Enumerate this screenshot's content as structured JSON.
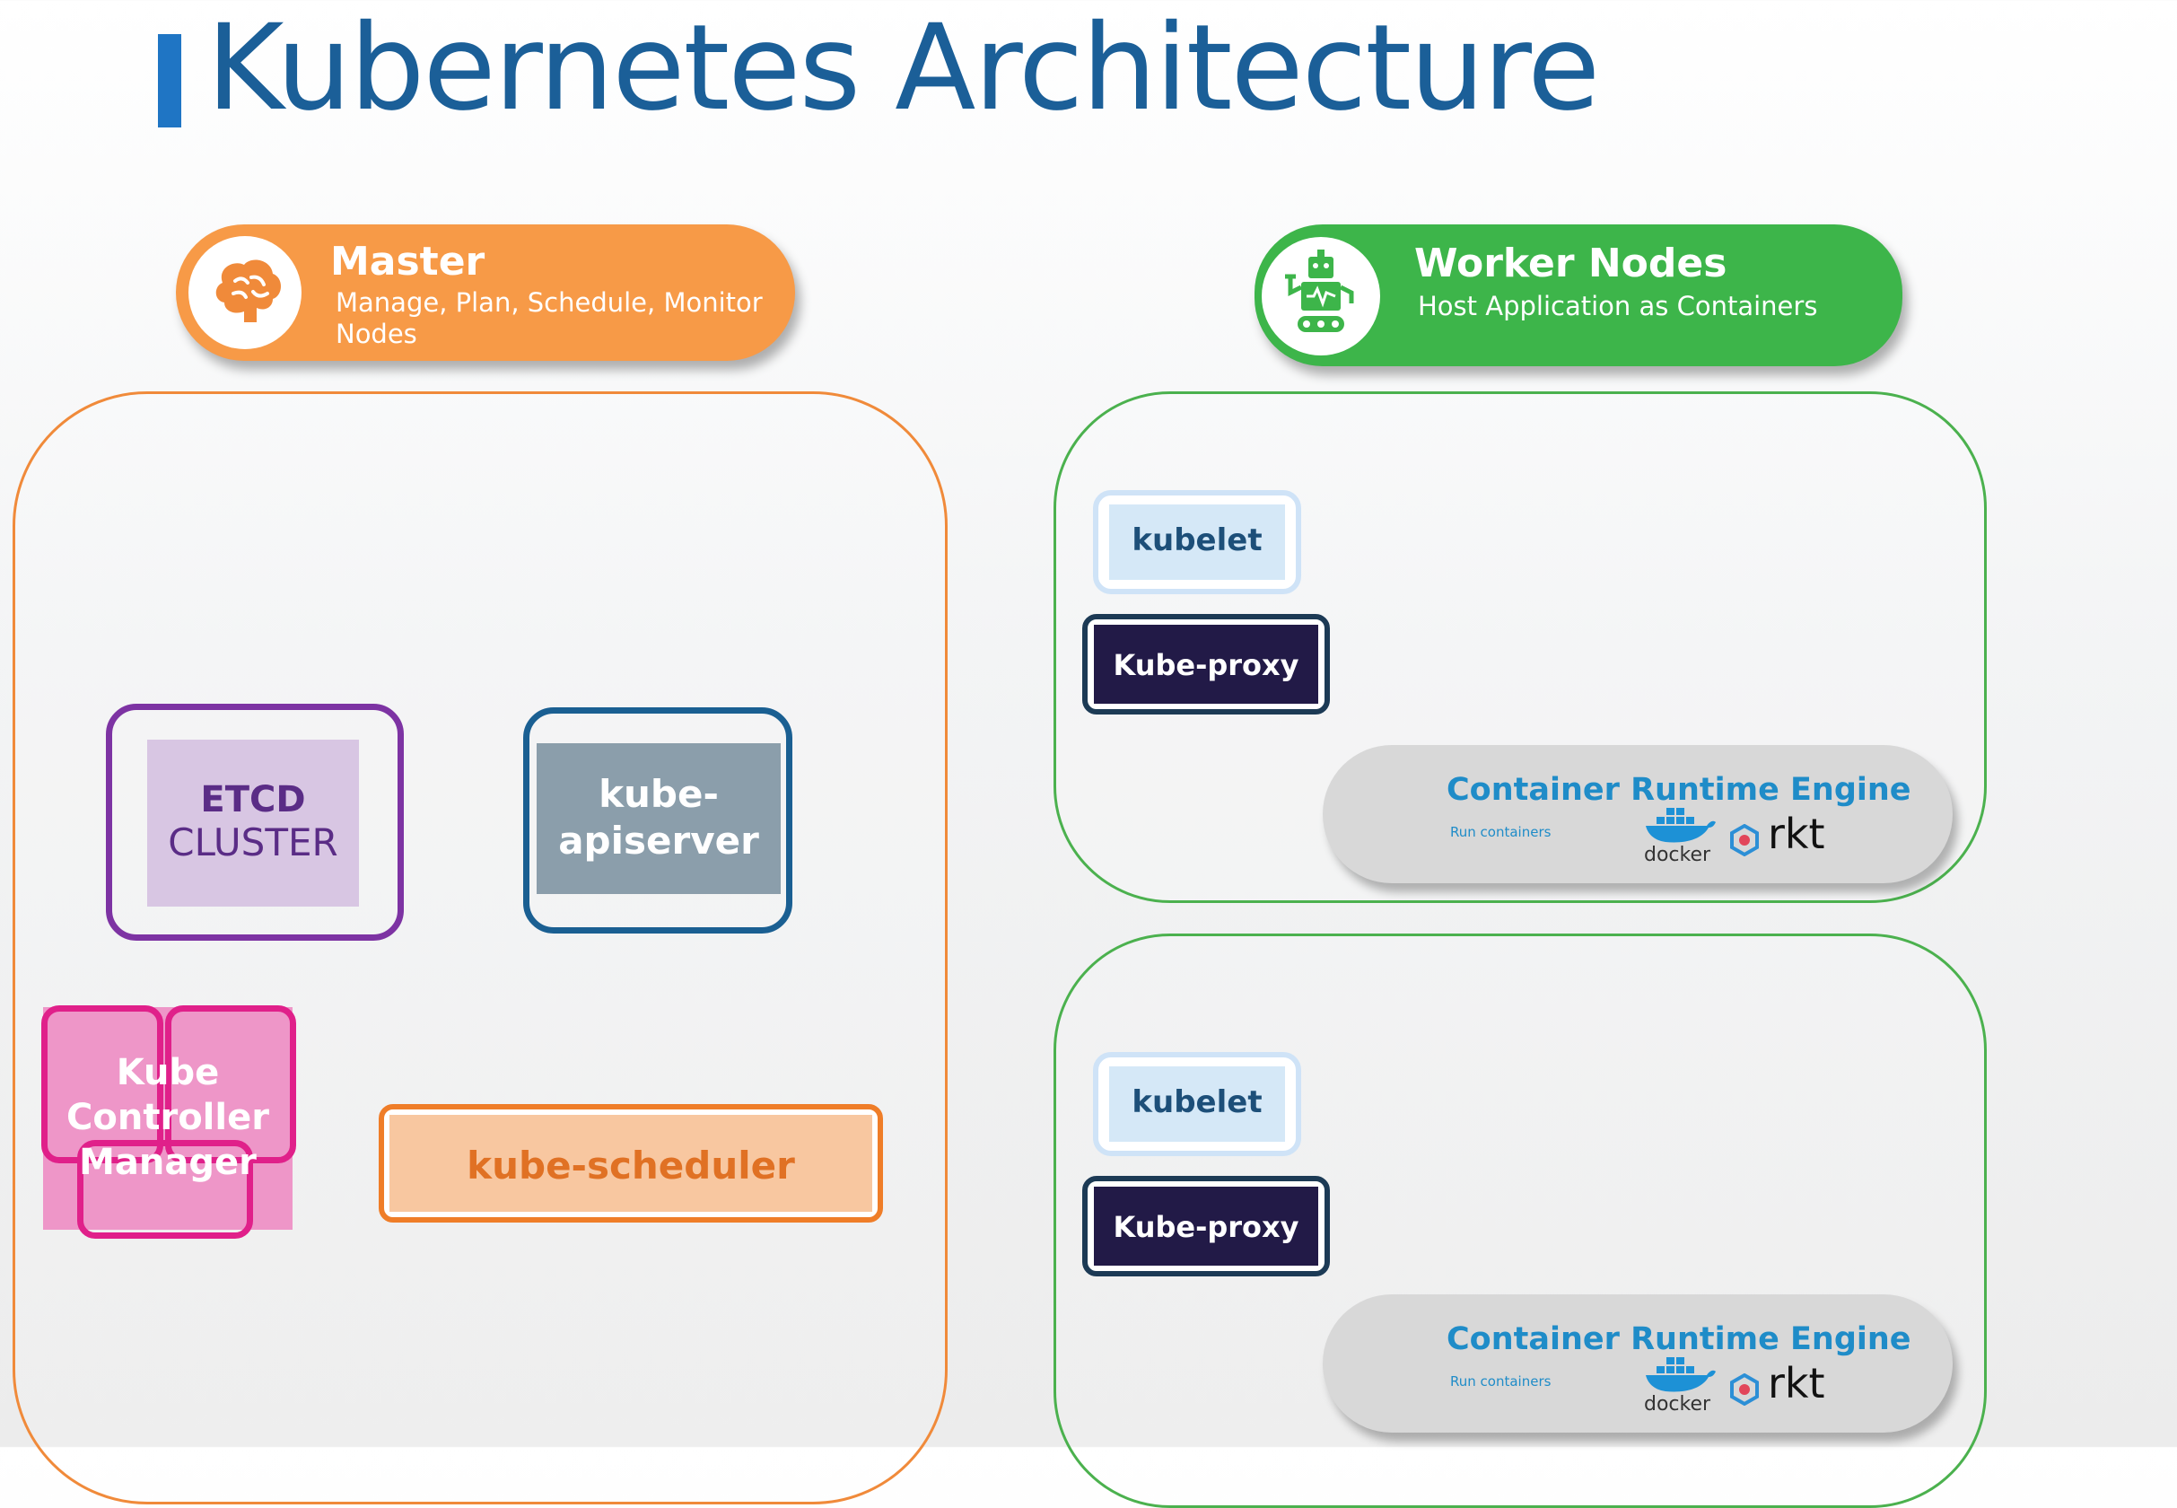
{
  "title": "Kubernetes Architecture",
  "master": {
    "title": "Master",
    "subtitle_line1": "Manage, Plan, Schedule, Monitor",
    "subtitle_line2": "Nodes",
    "icon": "brain-icon",
    "color": "#f79a47"
  },
  "worker": {
    "title": "Worker Nodes",
    "subtitle": "Host Application as Containers",
    "icon": "robot-icon",
    "color": "#3db54a"
  },
  "components": {
    "etcd_line1": "ETCD",
    "etcd_line2": "CLUSTER",
    "api_line1": "kube-",
    "api_line2": "apiserver",
    "kcm_line1": "Kube",
    "kcm_line2": "Controller",
    "kcm_line3": "Manager",
    "scheduler": "kube-scheduler"
  },
  "nodes": [
    {
      "kubelet": "kubelet",
      "proxy": "Kube-proxy",
      "runtime_title": "Container Runtime Engine",
      "runtime_sub": "Run containers",
      "docker": "docker",
      "rkt": "rkt"
    },
    {
      "kubelet": "kubelet",
      "proxy": "Kube-proxy",
      "runtime_title": "Container Runtime Engine",
      "runtime_sub": "Run containers",
      "docker": "docker",
      "rkt": "rkt"
    }
  ]
}
